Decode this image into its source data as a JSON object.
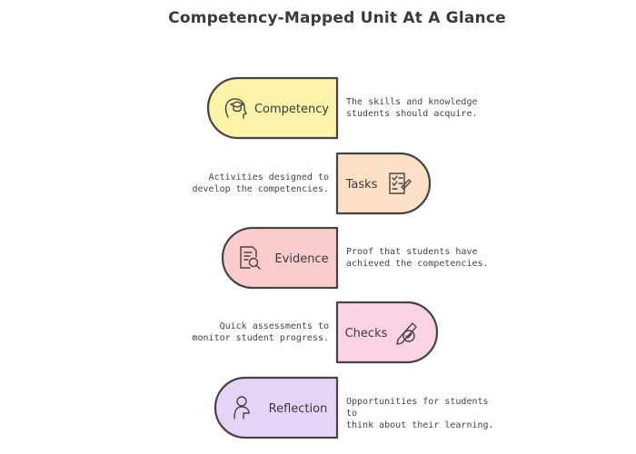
{
  "title": "Competency-Mapped Unit At A Glance",
  "colors": {
    "stroke": "#444444",
    "text": "#3a3a3a"
  },
  "stages": [
    {
      "label": "Competency",
      "icon": "graduate-head-icon",
      "fill": "#fbf3a8",
      "description": [
        "The skills and knowledge",
        "students should acquire."
      ]
    },
    {
      "label": "Tasks",
      "icon": "checklist-icon",
      "fill": "#fde1c6",
      "description": [
        "Activities designed to",
        "develop the competencies."
      ]
    },
    {
      "label": "Evidence",
      "icon": "document-search-icon",
      "fill": "#fccccc",
      "description": [
        "Proof that students have",
        "achieved the competencies."
      ]
    },
    {
      "label": "Checks",
      "icon": "pencil-check-icon",
      "fill": "#fbd2e6",
      "description": [
        "Quick assessments to",
        "monitor student progress."
      ]
    },
    {
      "label": "Reflection",
      "icon": "thinking-person-icon",
      "fill": "#e6d3f6",
      "description": [
        "Opportunities for students to",
        "think about their learning."
      ]
    }
  ]
}
